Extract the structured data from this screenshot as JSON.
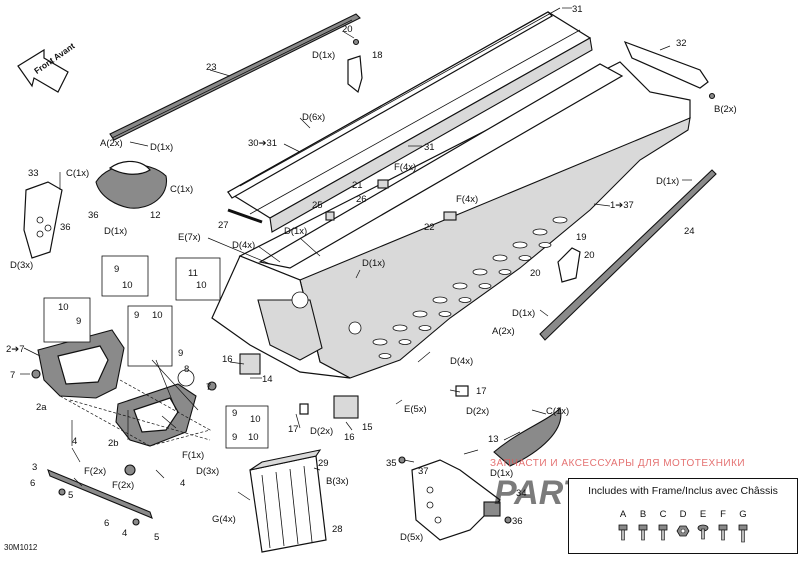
{
  "diagram": {
    "code": "30M1012",
    "arrow_text": "Front Avant",
    "labels": [
      {
        "id": "p23",
        "text": "23"
      },
      {
        "id": "p20a",
        "text": "20"
      },
      {
        "id": "d1x_a",
        "text": "D(1x)"
      },
      {
        "id": "p18",
        "text": "18"
      },
      {
        "id": "p31a",
        "text": "31"
      },
      {
        "id": "p32",
        "text": "32"
      },
      {
        "id": "b2x_a",
        "text": "B(2x)"
      },
      {
        "id": "d6x",
        "text": "D(6x)"
      },
      {
        "id": "a2x_a",
        "text": "A(2x)"
      },
      {
        "id": "d1x_b",
        "text": "D(1x)"
      },
      {
        "id": "p30",
        "text": "30➔31"
      },
      {
        "id": "p31b",
        "text": "31"
      },
      {
        "id": "p33",
        "text": "33"
      },
      {
        "id": "c1x_a",
        "text": "C(1x)"
      },
      {
        "id": "c1x_b",
        "text": "C(1x)"
      },
      {
        "id": "f4x_a",
        "text": "F(4x)"
      },
      {
        "id": "p21",
        "text": "21"
      },
      {
        "id": "p25",
        "text": "25"
      },
      {
        "id": "p26",
        "text": "26"
      },
      {
        "id": "f4x_b",
        "text": "F(4x)"
      },
      {
        "id": "p22",
        "text": "22"
      },
      {
        "id": "p1",
        "text": "1➔37"
      },
      {
        "id": "d1x_c",
        "text": "D(1x)"
      },
      {
        "id": "p24",
        "text": "24"
      },
      {
        "id": "p36a",
        "text": "36"
      },
      {
        "id": "p12",
        "text": "12"
      },
      {
        "id": "d1x_d",
        "text": "D(1x)"
      },
      {
        "id": "p36b",
        "text": "36"
      },
      {
        "id": "d3x_a",
        "text": "D(3x)"
      },
      {
        "id": "p27",
        "text": "27"
      },
      {
        "id": "e7x",
        "text": "E(7x)"
      },
      {
        "id": "d4x_a",
        "text": "D(4x)"
      },
      {
        "id": "d1x_e",
        "text": "D(1x)"
      },
      {
        "id": "d1x_f",
        "text": "D(1x)"
      },
      {
        "id": "p19",
        "text": "19"
      },
      {
        "id": "p20b",
        "text": "20"
      },
      {
        "id": "p20c",
        "text": "20"
      },
      {
        "id": "p9a",
        "text": "9"
      },
      {
        "id": "p10a",
        "text": "10"
      },
      {
        "id": "p11",
        "text": "11"
      },
      {
        "id": "p10b",
        "text": "10"
      },
      {
        "id": "p10c",
        "text": "10"
      },
      {
        "id": "p9b",
        "text": "9"
      },
      {
        "id": "p9c",
        "text": "9"
      },
      {
        "id": "p10d",
        "text": "10"
      },
      {
        "id": "p2",
        "text": "2➔7"
      },
      {
        "id": "p7a",
        "text": "7"
      },
      {
        "id": "p9d",
        "text": "9"
      },
      {
        "id": "p8",
        "text": "8"
      },
      {
        "id": "p7b",
        "text": "7"
      },
      {
        "id": "p16a",
        "text": "16"
      },
      {
        "id": "p14",
        "text": "14"
      },
      {
        "id": "d1x_g",
        "text": "D(1x)"
      },
      {
        "id": "a2x_b",
        "text": "A(2x)"
      },
      {
        "id": "d4x_b",
        "text": "D(4x)"
      },
      {
        "id": "p2a",
        "text": "2a"
      },
      {
        "id": "p2b",
        "text": "2b"
      },
      {
        "id": "p3",
        "text": "3"
      },
      {
        "id": "p4a",
        "text": "4"
      },
      {
        "id": "p4b",
        "text": "4"
      },
      {
        "id": "p4c",
        "text": "4"
      },
      {
        "id": "p5a",
        "text": "5"
      },
      {
        "id": "p5b",
        "text": "5"
      },
      {
        "id": "p6a",
        "text": "6"
      },
      {
        "id": "p6b",
        "text": "6"
      },
      {
        "id": "p9e",
        "text": "9"
      },
      {
        "id": "p10e",
        "text": "10"
      },
      {
        "id": "p9f",
        "text": "9"
      },
      {
        "id": "p10f",
        "text": "10"
      },
      {
        "id": "f2x_a",
        "text": "F(2x)"
      },
      {
        "id": "f2x_b",
        "text": "F(2x)"
      },
      {
        "id": "f1x",
        "text": "F(1x)"
      },
      {
        "id": "d3x_b",
        "text": "D(3x)"
      },
      {
        "id": "p17a",
        "text": "17"
      },
      {
        "id": "d2x_a",
        "text": "D(2x)"
      },
      {
        "id": "p16b",
        "text": "16"
      },
      {
        "id": "p15",
        "text": "15"
      },
      {
        "id": "e5x",
        "text": "E(5x)"
      },
      {
        "id": "p17b",
        "text": "17"
      },
      {
        "id": "d2x_b",
        "text": "D(2x)"
      },
      {
        "id": "c1x_c",
        "text": "C(1x)"
      },
      {
        "id": "p13",
        "text": "13"
      },
      {
        "id": "d1x_h",
        "text": "D(1x)"
      },
      {
        "id": "p35",
        "text": "35"
      },
      {
        "id": "p37",
        "text": "37"
      },
      {
        "id": "p34",
        "text": "34"
      },
      {
        "id": "p36c",
        "text": "36"
      },
      {
        "id": "d5x",
        "text": "D(5x)"
      },
      {
        "id": "p29",
        "text": "29"
      },
      {
        "id": "b3x",
        "text": "B(3x)"
      },
      {
        "id": "g4x",
        "text": "G(4x)"
      },
      {
        "id": "p28",
        "text": "28"
      }
    ]
  },
  "legend": {
    "title": "Includes with Frame/Inclus avec Châssis",
    "items": [
      "A",
      "B",
      "C",
      "D",
      "E",
      "F",
      "G"
    ]
  },
  "watermark": {
    "text": "ЗАПЧАСТИ И АКСЕССУАРЫ ДЛЯ МОТОТЕХНИКИ",
    "logo_text": "PARTSPORT.RU"
  }
}
